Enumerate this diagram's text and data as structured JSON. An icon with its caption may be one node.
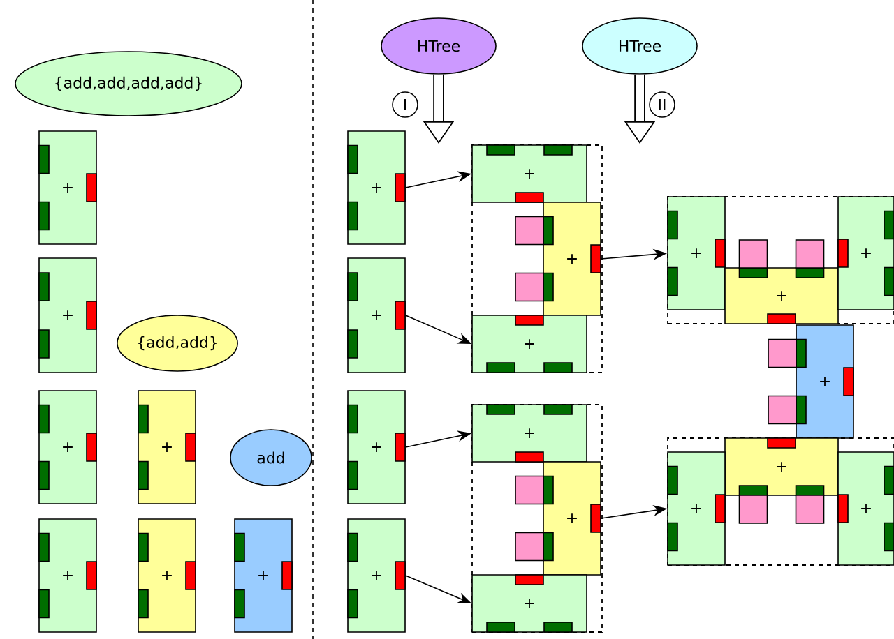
{
  "diagram": {
    "nodes": [
      {
        "text": [
          "{add,add,add,add}"
        ]
      },
      {
        "text": [
          "HTree"
        ]
      },
      {
        "text": [
          "HTree"
        ]
      },
      {
        "text": [
          "+"
        ]
      },
      {
        "text": [
          "+"
        ]
      },
      {
        "text": [],
        "shape": "box"
      },
      {
        "text": [
          "+"
        ],
        "in": 5
      },
      {
        "text": [
          "+"
        ],
        "in": 5
      },
      {
        "text": [
          "+"
        ],
        "in": 5
      },
      {
        "text": [],
        "shape": "box"
      },
      {
        "text": [
          "+"
        ],
        "in": 9
      },
      {
        "text": [
          "+"
        ],
        "in": 9
      },
      {
        "text": [
          "+"
        ],
        "in": 9
      },
      {
        "text": [
          "+"
        ]
      },
      {
        "text": [
          "+"
        ]
      },
      {
        "text": [
          "{add,add}"
        ]
      },
      {
        "text": [
          "+"
        ]
      },
      {
        "text": [
          "+"
        ]
      },
      {
        "text": [
          "+"
        ]
      },
      {
        "text": [
          "add"
        ]
      },
      {
        "text": [
          "+"
        ]
      },
      {
        "text": [],
        "shape": "box"
      },
      {
        "text": [
          "+"
        ],
        "in": 21
      },
      {
        "text": [
          "+"
        ],
        "in": 21
      },
      {
        "text": [
          "+"
        ],
        "in": 21
      },
      {
        "text": [],
        "shape": "box"
      },
      {
        "text": [
          "+"
        ],
        "in": 25
      },
      {
        "text": [
          "+"
        ],
        "in": 25
      },
      {
        "text": [
          "+"
        ],
        "in": 25
      },
      {
        "text": [
          "+"
        ]
      },
      {
        "text": [
          "+"
        ]
      },
      {
        "text": [
          "+"
        ]
      },
      {
        "text": [
          "+"
        ]
      }
    ],
    "edges": [
      {
        "from": 4,
        "to": 6,
        "arrow": "to"
      },
      {
        "from": 14,
        "to": 8,
        "arrow": "to"
      },
      {
        "from": 20,
        "to": 22,
        "arrow": "to"
      },
      {
        "from": 32,
        "to": 24,
        "arrow": "to"
      },
      {
        "from": 7,
        "to": 10,
        "arrow": "to"
      },
      {
        "from": 23,
        "to": 27,
        "arrow": "to"
      },
      {
        "from": 1,
        "to": null,
        "arrow": "to",
        "label": "I",
        "style": "thick"
      },
      {
        "from": 2,
        "to": null,
        "arrow": "to",
        "label": "II",
        "style": "thick"
      }
    ]
  }
}
